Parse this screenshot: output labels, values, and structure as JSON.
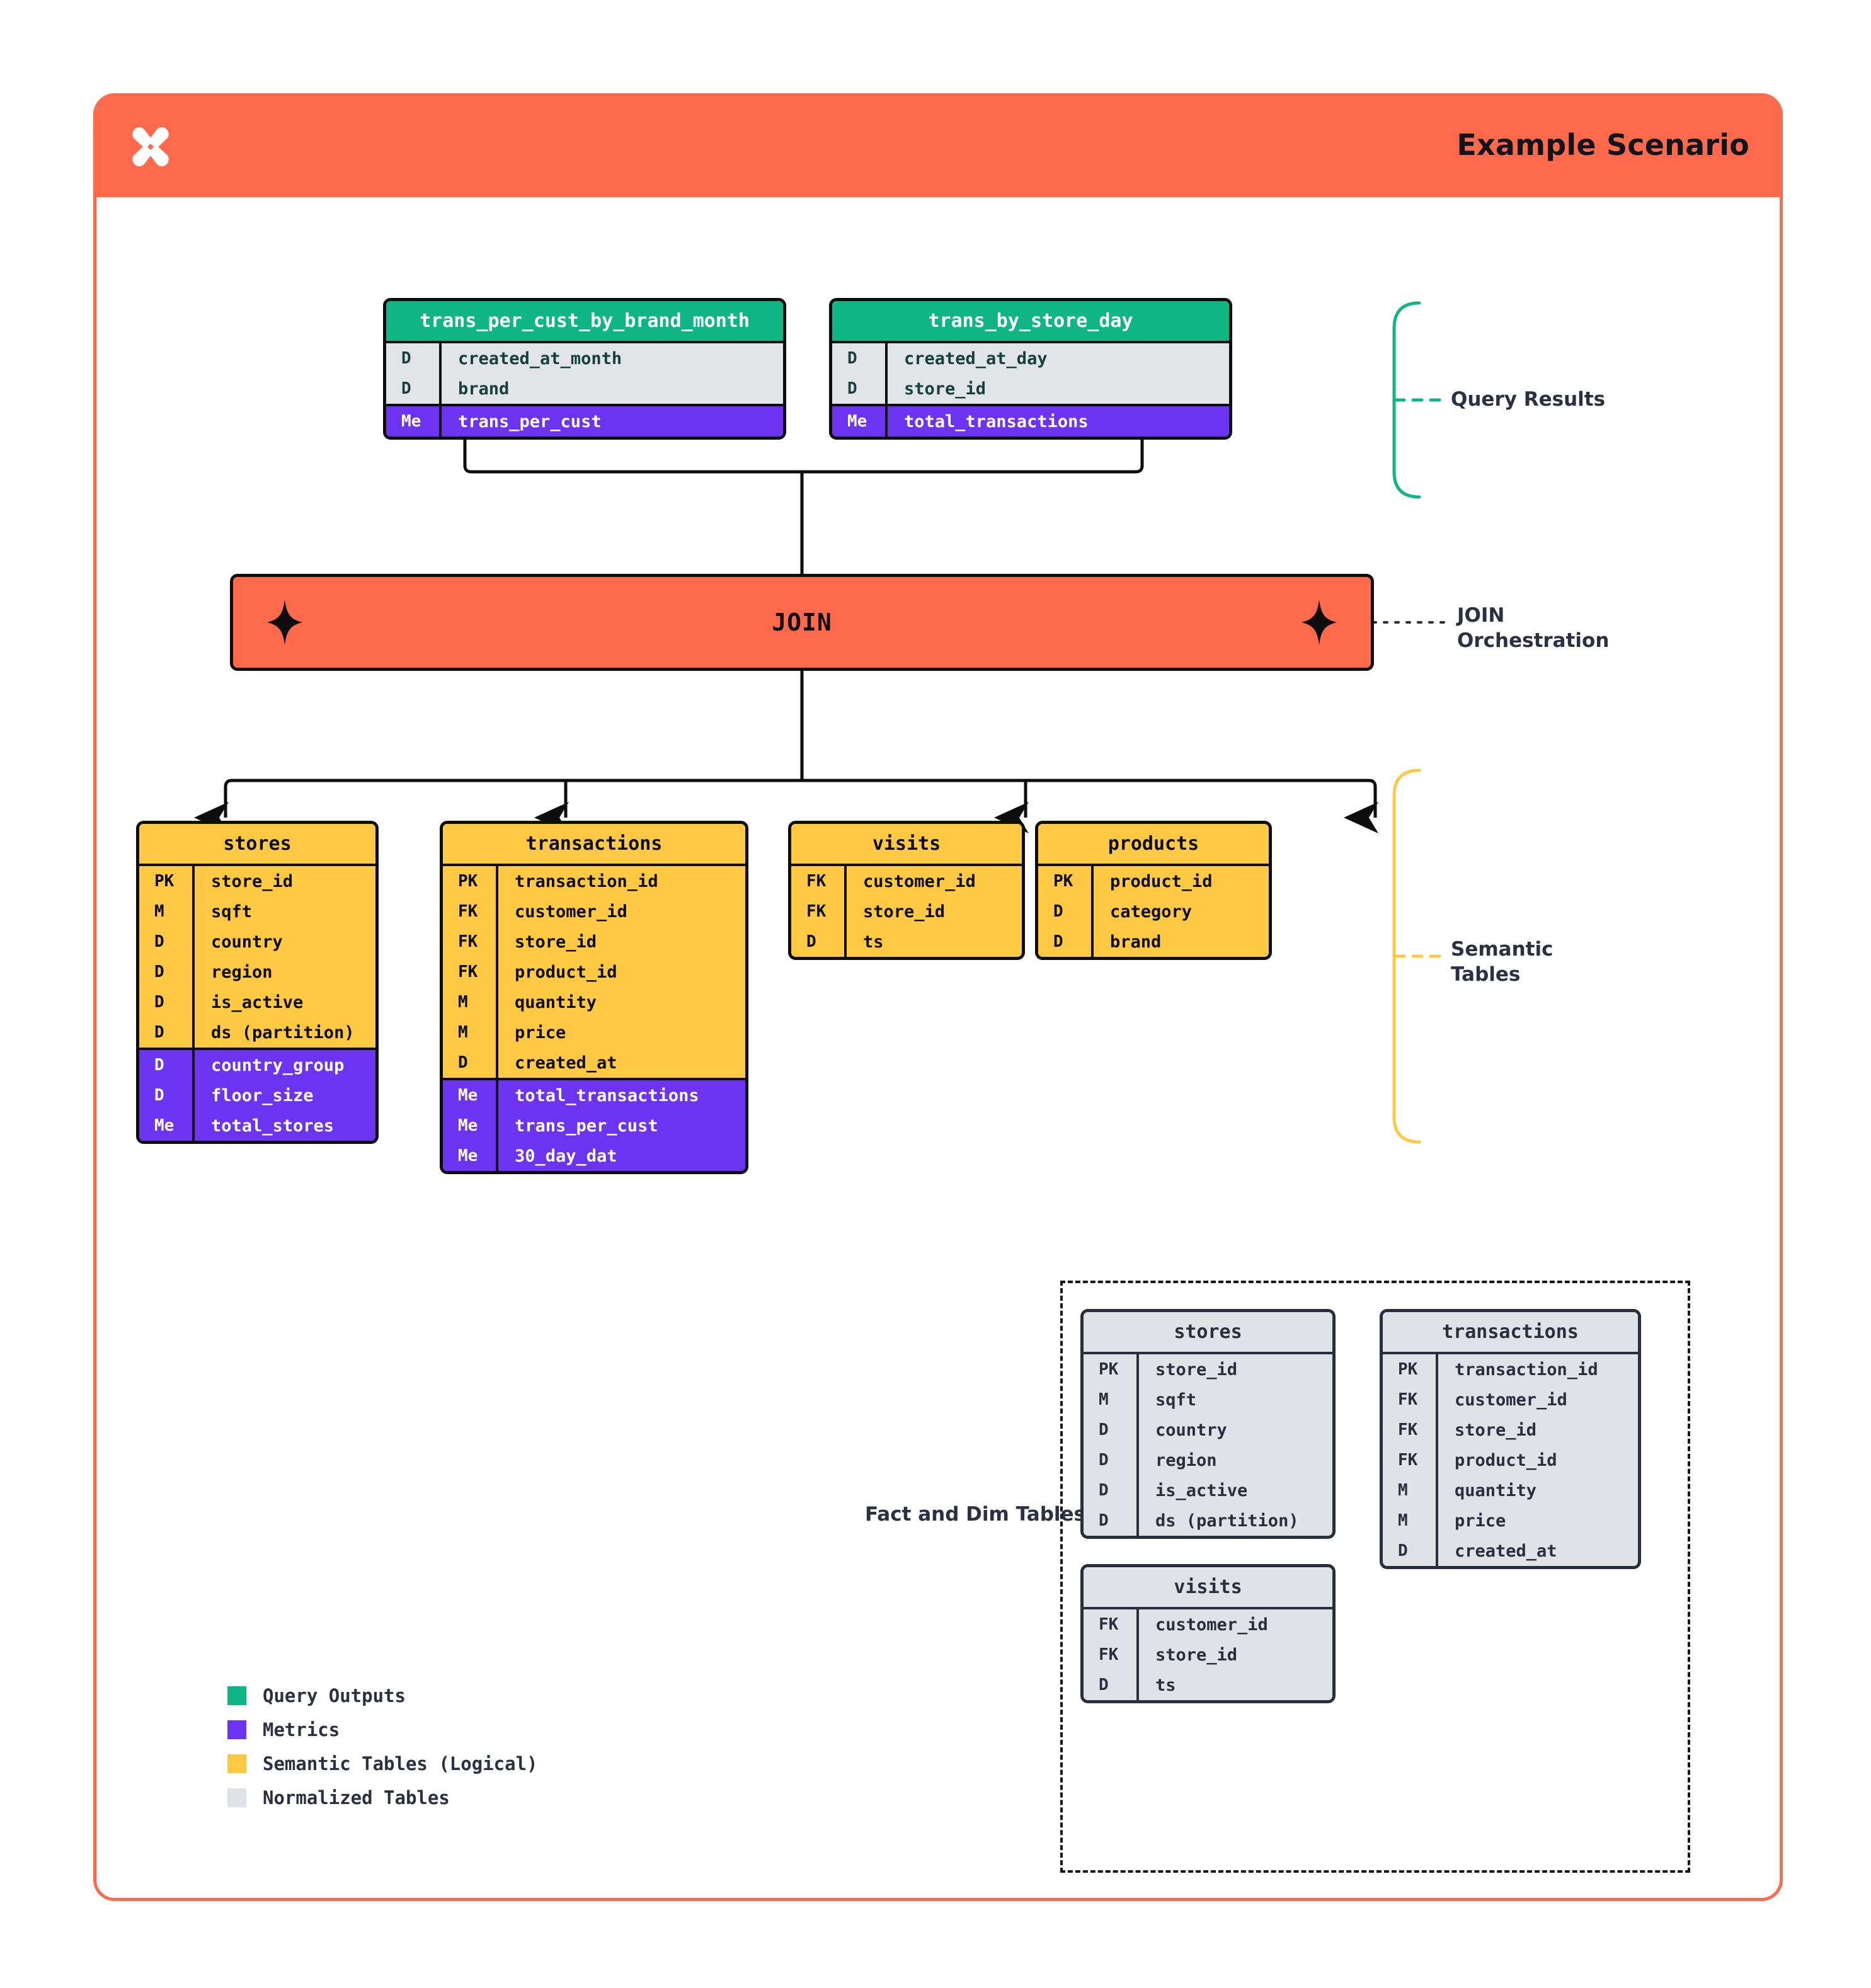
{
  "header": {
    "title": "Example Scenario",
    "logo_icon": "butterfly-x-logo",
    "bg_color": "#ff6a4d"
  },
  "annotations": {
    "query_results": "Query Results",
    "join_orchestration_line1": "JOIN",
    "join_orchestration_line2": "Orchestration",
    "semantic_tables_line1": "Semantic",
    "semantic_tables_line2": "Tables",
    "fact_and_dim": "Fact and Dim Tables"
  },
  "join": {
    "label": "JOIN",
    "icon_left": "sparkle-icon",
    "icon_right": "sparkle-icon"
  },
  "query_results": [
    {
      "name": "trans_per_cust_by_brand_month",
      "dims": [
        {
          "k": "D",
          "v": "created_at_month"
        },
        {
          "k": "D",
          "v": "brand"
        }
      ],
      "metrics": [
        {
          "k": "Me",
          "v": "trans_per_cust"
        }
      ]
    },
    {
      "name": "trans_by_store_day",
      "dims": [
        {
          "k": "D",
          "v": "created_at_day"
        },
        {
          "k": "D",
          "v": "store_id"
        }
      ],
      "metrics": [
        {
          "k": "Me",
          "v": "total_transactions"
        }
      ]
    }
  ],
  "semantic_tables": [
    {
      "name": "stores",
      "dims": [
        {
          "k": "PK",
          "v": "store_id"
        },
        {
          "k": "M",
          "v": "sqft"
        },
        {
          "k": "D",
          "v": "country"
        },
        {
          "k": "D",
          "v": "region"
        },
        {
          "k": "D",
          "v": "is_active"
        },
        {
          "k": "D",
          "v": "ds (partition)"
        }
      ],
      "metrics": [
        {
          "k": "D",
          "v": "country_group"
        },
        {
          "k": "D",
          "v": "floor_size"
        },
        {
          "k": "Me",
          "v": "total_stores"
        }
      ]
    },
    {
      "name": "transactions",
      "dims": [
        {
          "k": "PK",
          "v": "transaction_id"
        },
        {
          "k": "FK",
          "v": "customer_id"
        },
        {
          "k": "FK",
          "v": "store_id"
        },
        {
          "k": "FK",
          "v": "product_id"
        },
        {
          "k": "M",
          "v": "quantity"
        },
        {
          "k": "M",
          "v": "price"
        },
        {
          "k": "D",
          "v": "created_at"
        }
      ],
      "metrics": [
        {
          "k": "Me",
          "v": "total_transactions"
        },
        {
          "k": "Me",
          "v": "trans_per_cust"
        },
        {
          "k": "Me",
          "v": "30_day_dat"
        }
      ]
    },
    {
      "name": "visits",
      "dims": [
        {
          "k": "FK",
          "v": "customer_id"
        },
        {
          "k": "FK",
          "v": "store_id"
        },
        {
          "k": "D",
          "v": "ts"
        }
      ],
      "metrics": []
    },
    {
      "name": "products",
      "dims": [
        {
          "k": "PK",
          "v": "product_id"
        },
        {
          "k": "D",
          "v": "category"
        },
        {
          "k": "D",
          "v": "brand"
        }
      ],
      "metrics": []
    }
  ],
  "normalized_tables": [
    {
      "name": "stores",
      "dims": [
        {
          "k": "PK",
          "v": "store_id"
        },
        {
          "k": "M",
          "v": "sqft"
        },
        {
          "k": "D",
          "v": "country"
        },
        {
          "k": "D",
          "v": "region"
        },
        {
          "k": "D",
          "v": "is_active"
        },
        {
          "k": "D",
          "v": "ds (partition)"
        }
      ]
    },
    {
      "name": "transactions",
      "dims": [
        {
          "k": "PK",
          "v": "transaction_id"
        },
        {
          "k": "FK",
          "v": "customer_id"
        },
        {
          "k": "FK",
          "v": "store_id"
        },
        {
          "k": "FK",
          "v": "product_id"
        },
        {
          "k": "M",
          "v": "quantity"
        },
        {
          "k": "M",
          "v": "price"
        },
        {
          "k": "D",
          "v": "created_at"
        }
      ]
    },
    {
      "name": "visits",
      "dims": [
        {
          "k": "FK",
          "v": "customer_id"
        },
        {
          "k": "FK",
          "v": "store_id"
        },
        {
          "k": "D",
          "v": "ts"
        }
      ]
    }
  ],
  "legend": [
    {
      "color": "#0fb683",
      "label": "Query Outputs"
    },
    {
      "color": "#6c33f0",
      "label": "Metrics"
    },
    {
      "color": "#ffc943",
      "label": "Semantic Tables (Logical)"
    },
    {
      "color": "#dfe2e7",
      "label": "Normalized Tables"
    }
  ],
  "colors": {
    "brand_orange": "#ff6a4d",
    "query_green": "#0fb683",
    "metric_purple": "#6c33f0",
    "semantic_yellow": "#ffc943",
    "normalized_grey": "#dfe2e7",
    "ink": "#2b3142"
  }
}
